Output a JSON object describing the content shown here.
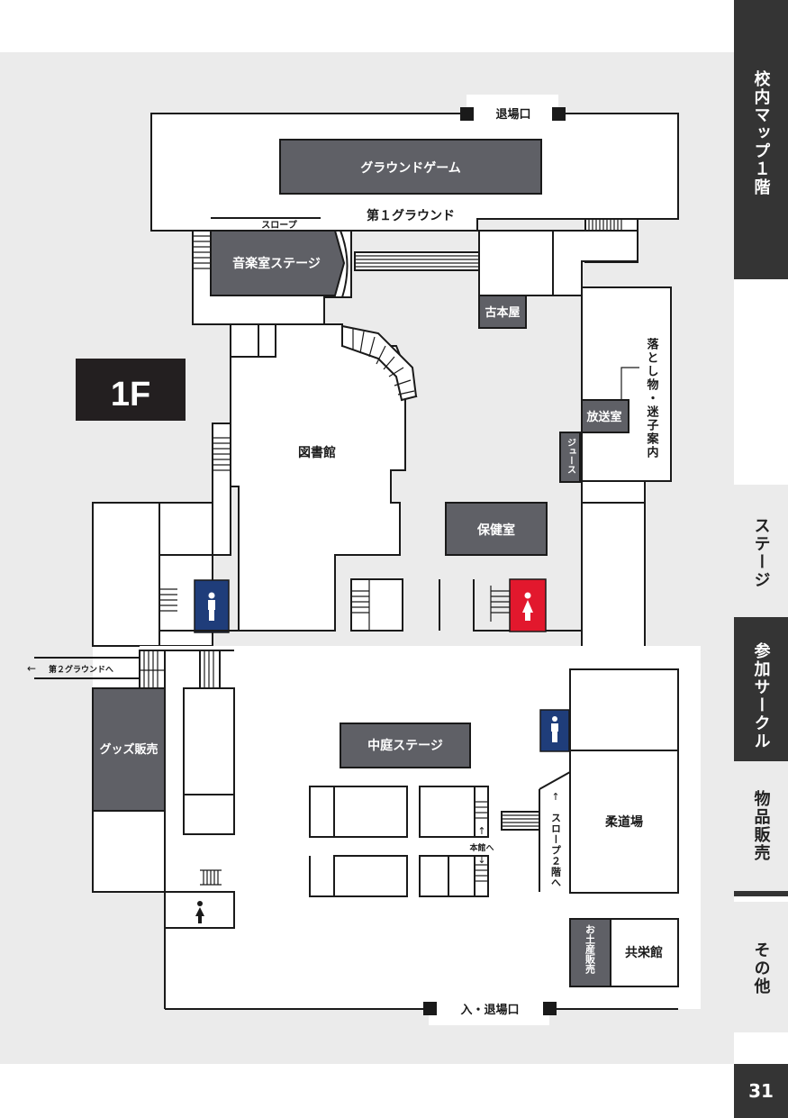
{
  "sidebar": {
    "tabs": [
      {
        "label": "校内マップ１階",
        "active": true
      },
      {
        "label": "ステージ",
        "active": false
      },
      {
        "label": "参加サークル",
        "active": true
      },
      {
        "label": "物品販売",
        "active": false
      },
      {
        "label": "その他",
        "active": false
      }
    ],
    "page_number": "31"
  },
  "map": {
    "floor_label": "1F",
    "labels": {
      "exit_top": "退場口",
      "ground_game": "グラウンドゲーム",
      "first_ground": "第１グラウンド",
      "slope": "スロープ",
      "music_stage": "音楽室ステージ",
      "used_books": "古本屋",
      "lost_found": "落とし物・迷子案内",
      "broadcast": "放送室",
      "juice": "ジュース",
      "library": "図書館",
      "health_room": "保健室",
      "second_ground": "第２グラウンドへ",
      "goods_sales": "グッズ販売",
      "courtyard_stage": "中庭ステージ",
      "to_main_building": "本館へ",
      "slope_2f": "スロープ２階へ",
      "judo_hall": "柔道場",
      "souvenir": "お土産販売",
      "kyoei_hall": "共栄館",
      "entrance_exit": "入・退場口"
    },
    "colors": {
      "room_fill": "#5f6066",
      "male_toilet": "#1f3d7a",
      "female_toilet": "#e2182d",
      "floor_badge": "#231f20"
    }
  }
}
